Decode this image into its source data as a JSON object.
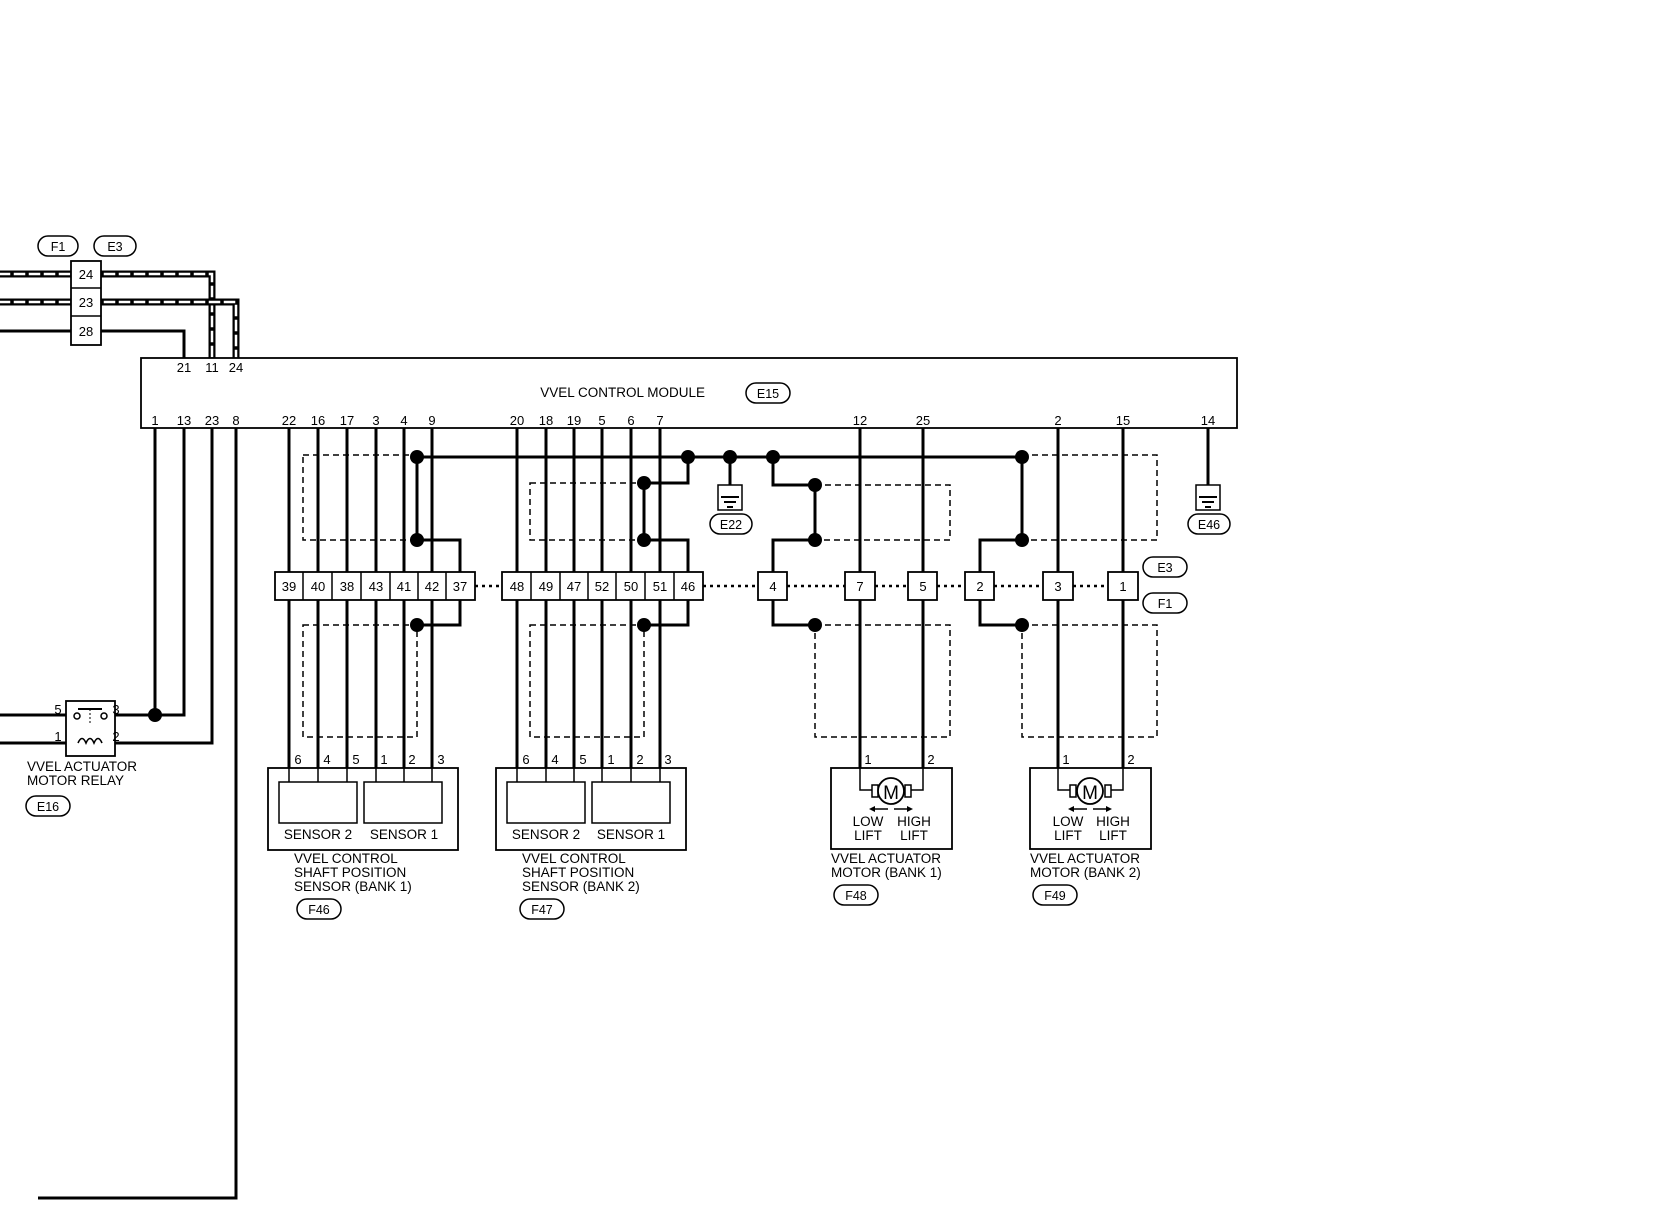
{
  "module": {
    "name": "VVEL CONTROL MODULE",
    "code": "E15"
  },
  "top_connector": {
    "codes": [
      "F1",
      "E3"
    ],
    "pins": [
      "24",
      "23",
      "28"
    ]
  },
  "module_top_pins": [
    "21",
    "11",
    "24"
  ],
  "module_bottom_pins": [
    "1",
    "13",
    "23",
    "8",
    "22",
    "16",
    "17",
    "3",
    "4",
    "9",
    "20",
    "18",
    "19",
    "5",
    "6",
    "7",
    "12",
    "25",
    "2",
    "15",
    "14"
  ],
  "grounds": [
    "E22",
    "E46"
  ],
  "mid_connector": {
    "codes": [
      "E3",
      "F1"
    ],
    "group1": [
      "39",
      "40",
      "38",
      "43",
      "41",
      "42",
      "37"
    ],
    "group2": [
      "48",
      "49",
      "47",
      "52",
      "50",
      "51",
      "46"
    ],
    "group3": [
      "4",
      "7",
      "5"
    ],
    "group4": [
      "2",
      "3",
      "1"
    ]
  },
  "relay": {
    "pins": [
      "5",
      "3",
      "1",
      "2"
    ],
    "label_line1": "VVEL ACTUATOR",
    "label_line2": "MOTOR RELAY",
    "code": "E16"
  },
  "sensor_bank1": {
    "pins": [
      "6",
      "4",
      "5",
      "1",
      "2",
      "3"
    ],
    "sensor2": "SENSOR 2",
    "sensor1": "SENSOR 1",
    "label_line1": "VVEL CONTROL",
    "label_line2": "SHAFT POSITION",
    "label_line3": "SENSOR (BANK 1)",
    "code": "F46"
  },
  "sensor_bank2": {
    "pins": [
      "6",
      "4",
      "5",
      "1",
      "2",
      "3"
    ],
    "sensor2": "SENSOR 2",
    "sensor1": "SENSOR 1",
    "label_line1": "VVEL CONTROL",
    "label_line2": "SHAFT POSITION",
    "label_line3": "SENSOR (BANK 2)",
    "code": "F47"
  },
  "motor_bank1": {
    "pins": [
      "1",
      "2"
    ],
    "symbol": "M",
    "low_line1": "LOW",
    "low_line2": "LIFT",
    "high_line1": "HIGH",
    "high_line2": "LIFT",
    "label_line1": "VVEL ACTUATOR",
    "label_line2": "MOTOR (BANK 1)",
    "code": "F48"
  },
  "motor_bank2": {
    "pins": [
      "1",
      "2"
    ],
    "symbol": "M",
    "low_line1": "LOW",
    "low_line2": "LIFT",
    "high_line1": "HIGH",
    "high_line2": "LIFT",
    "label_line1": "VVEL ACTUATOR",
    "label_line2": "MOTOR (BANK 2)",
    "code": "F49"
  }
}
